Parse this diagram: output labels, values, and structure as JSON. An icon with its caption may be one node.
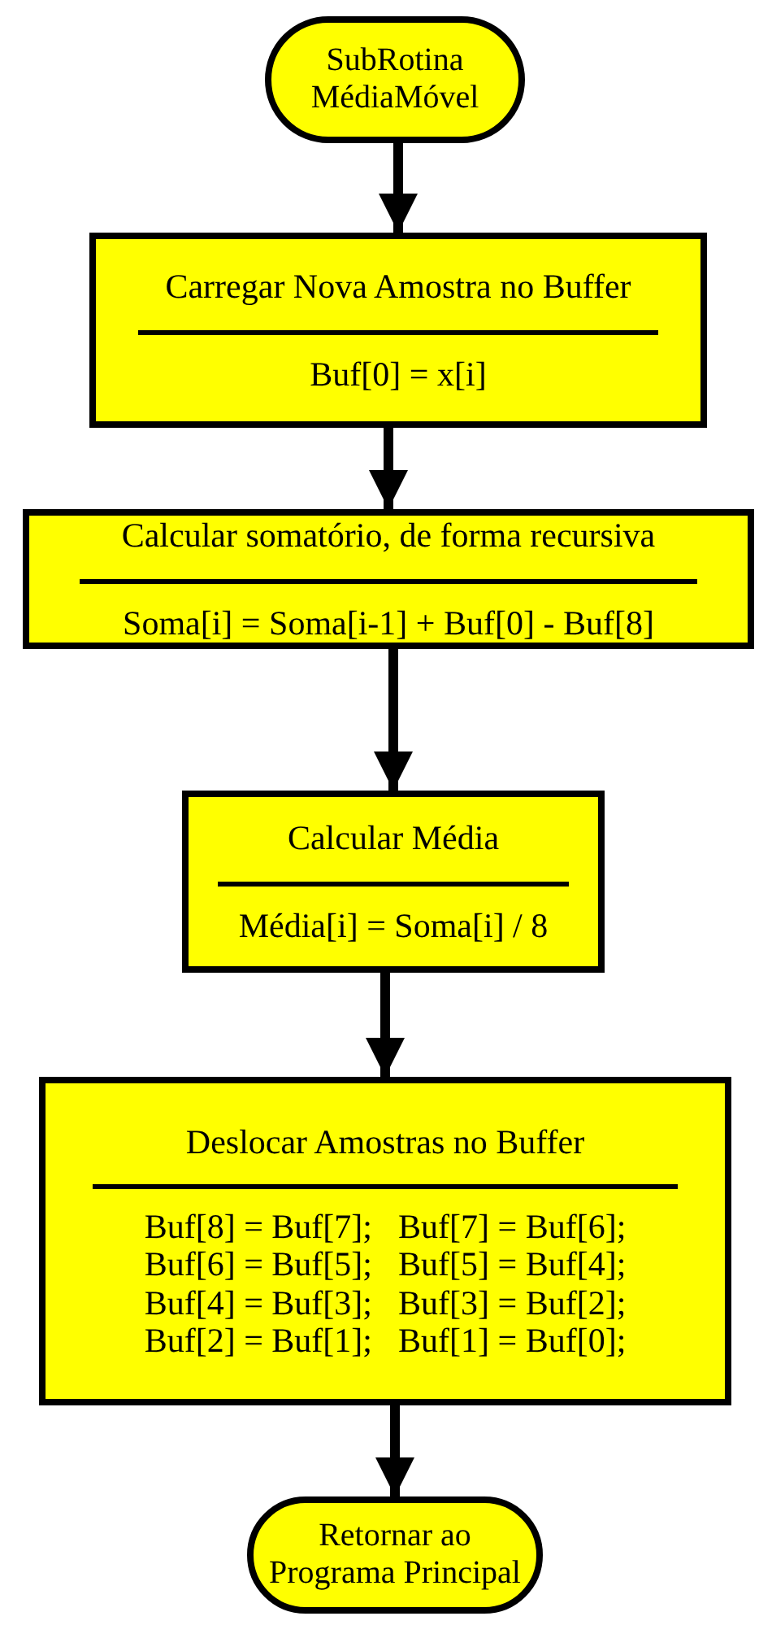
{
  "diagram": {
    "nodes": [
      {
        "text": [
          "SubRotina MédiaMóvel"
        ]
      },
      {
        "text": [
          "Carregar Nova Amostra no Buffer",
          "Buf[0] = x[i]"
        ]
      },
      {
        "text": [
          "Calcular somatório, de forma recursiva",
          "Soma[i] = Soma[i-1] + Buf[0] - Buf[8]"
        ]
      },
      {
        "text": [
          "Calcular Média",
          "Média[i] = Soma[i] / 8"
        ]
      },
      {
        "text": [
          "Deslocar Amostras no Buffer",
          "Buf[8] = Buf[7];",
          "Buf[7] = Buf[6];",
          "Buf[6] = Buf[5];",
          "Buf[5] = Buf[4];",
          "Buf[4] = Buf[3];",
          "Buf[3] = Buf[2];",
          "Buf[2] = Buf[1];",
          "Buf[1] = Buf[0];"
        ]
      },
      {
        "text": [
          "Retornar ao Programa Principal"
        ]
      }
    ],
    "edges": [
      {
        "from": 0,
        "to": 1,
        "arrow": "to"
      },
      {
        "from": 1,
        "to": 2,
        "arrow": "to"
      },
      {
        "from": 2,
        "to": 3,
        "arrow": "to"
      },
      {
        "from": 3,
        "to": 4,
        "arrow": "to"
      },
      {
        "from": 4,
        "to": 5,
        "arrow": "to"
      }
    ]
  }
}
